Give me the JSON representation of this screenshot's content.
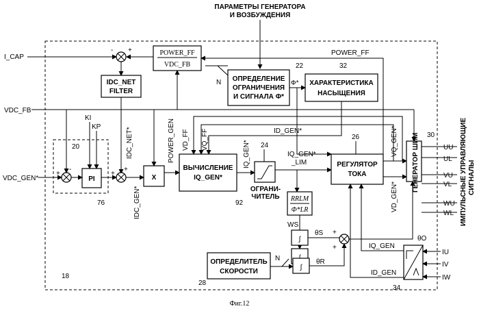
{
  "header": {
    "line1": "ПАРАМЕТРЫ ГЕНЕРАТОРА",
    "line2": "И ВОЗБУЖДЕНИЯ"
  },
  "caption": "Фиг.12",
  "inputs": {
    "i_cap": "I_CAP",
    "vdc_fb": "VDC_FB",
    "vdc_gen": "VDC_GEN*"
  },
  "blocks": {
    "power_ff_num": "POWER_FF",
    "power_ff_den": "VDC_FB",
    "idc_net_filter_1": "IDC_NET",
    "idc_net_filter_2": "FILTER",
    "limit_1": "ОПРЕДЕЛЕНИЕ",
    "limit_2": "ОГРАНИЧЕНИЯ",
    "limit_3": "И СИГНАЛА Ф*",
    "sat_1": "ХАРАКТЕРИСТИКА",
    "sat_2": "НАСЫЩЕНИЯ",
    "pi": "PI",
    "mult": "X",
    "iq_calc_1": "ВЫЧИСЛЕНИЕ",
    "iq_calc_2": "IQ_GEN*",
    "reg_1": "РЕГУЛЯТОР",
    "reg_2": "ТОКА",
    "pwm": "ГЕНЕРАТОР ШИМ",
    "speed_1": "ОПРЕДЕЛИТЕЛЬ",
    "speed_2": "СКОРОСТИ",
    "rrlm_num": "RRLM",
    "rrlm_den": "Ф*LR",
    "integ": "∫",
    "limiter_1": "ОГРАНИ-",
    "limiter_2": "ЧИТЕЛЬ"
  },
  "signals": {
    "power_ff": "POWER_FF",
    "phi": "Ф*",
    "id_gen_star": "ID_GEN*",
    "vd_ff": "VD_FF",
    "vq_ff": "VQ_FF",
    "iq_gen_star": "IQ_GEN*",
    "iq_gen_lim_1": "IQ_GEN*",
    "iq_gen_lim_2": "_LIM",
    "vq_gen": "VQ_GEN*",
    "vd_gen": "VD_GEN*",
    "power_gen": "POWER_GEN",
    "idc_net": "IDC_NET*",
    "idc_gen": "IDC_GEN*",
    "iq_gen": "IQ_GEN",
    "id_gen": "ID_GEN",
    "ws": "WS",
    "theta_s": "θS",
    "theta_r": "θR",
    "theta_o": "θO",
    "n": "N",
    "ki": "KI",
    "kp": "KP"
  },
  "outputs": [
    "UU",
    "UL",
    "VU",
    "VL",
    "WU",
    "WL"
  ],
  "currents": [
    "IU",
    "IV",
    "IW"
  ],
  "side_label_1": "ИМПУЛЬСНЫЕ УПРАВЛЯЮЩИЕ",
  "side_label_2": "СИГНАЛЫ",
  "refs": {
    "r18": "18",
    "r20": "20",
    "r22": "22",
    "r24": "24",
    "r26": "26",
    "r28": "28",
    "r30": "30",
    "r32": "32",
    "r34": "34",
    "r76": "76",
    "r92": "92"
  },
  "signs": {
    "plus": "+",
    "minus": "-"
  }
}
